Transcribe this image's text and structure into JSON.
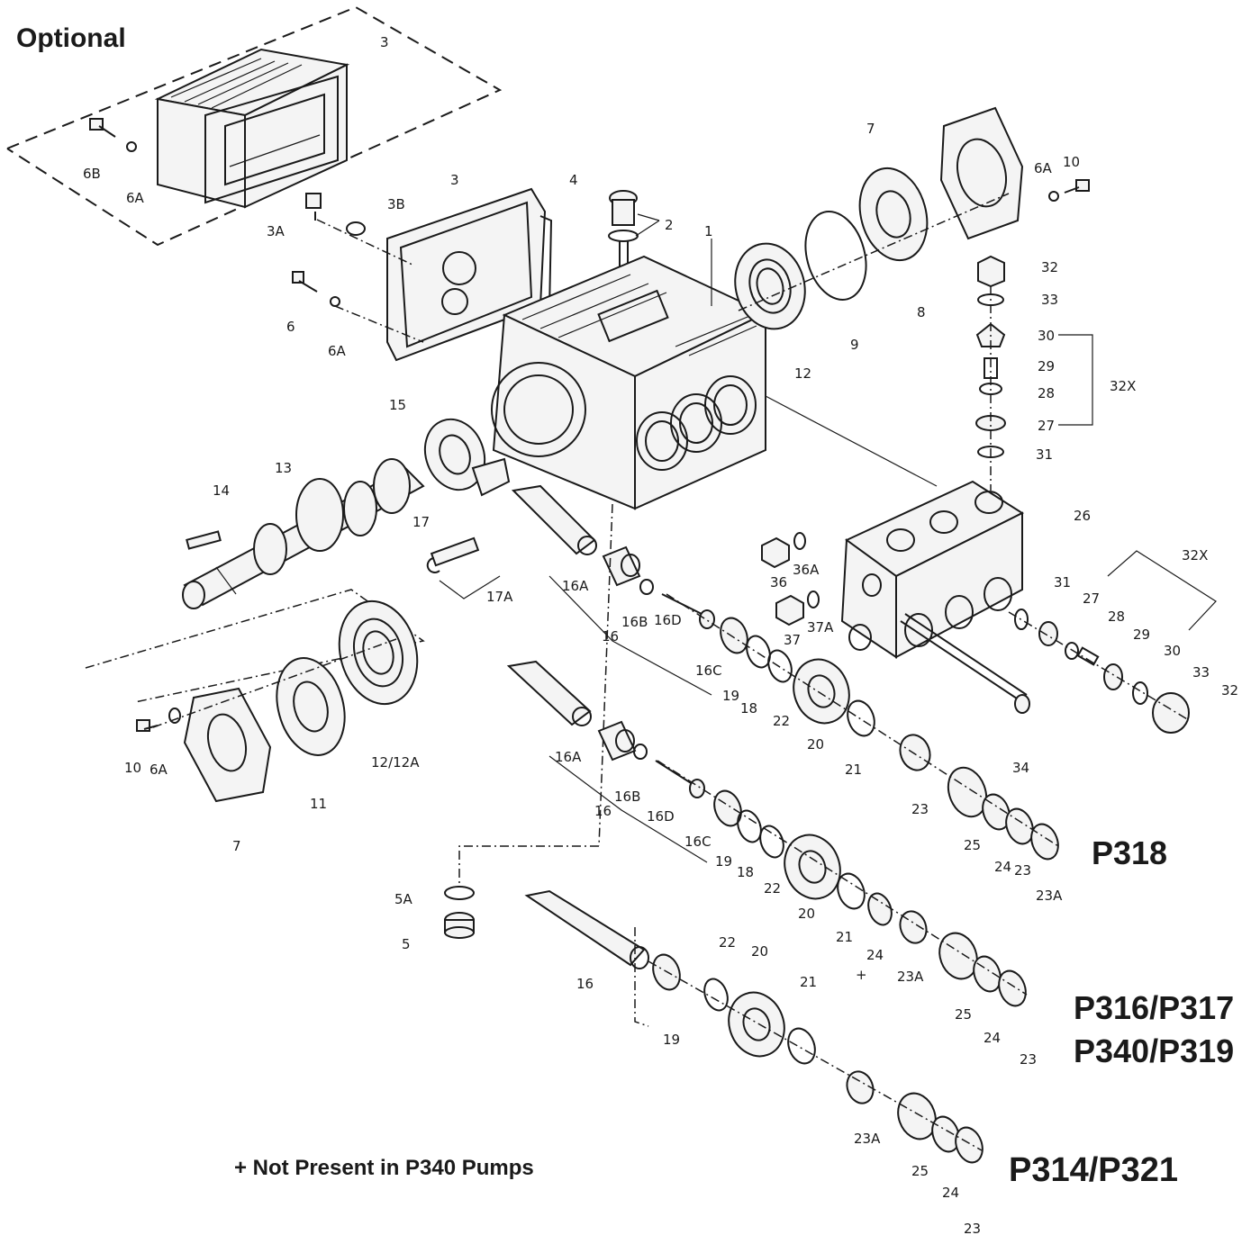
{
  "header": {
    "optional_label": "Optional"
  },
  "models": {
    "top": "P318",
    "middle_line1": "P316/P317",
    "middle_line2": "P340/P319",
    "bottom": "P314/P321"
  },
  "footnote": "+ Not Present in P340 Pumps",
  "labels": [
    {
      "id": "l3a",
      "text": "3"
    },
    {
      "id": "l6b",
      "text": "6B"
    },
    {
      "id": "l6a1",
      "text": "6A"
    },
    {
      "id": "l3A",
      "text": "3A"
    },
    {
      "id": "l3B",
      "text": "3B"
    },
    {
      "id": "l3b",
      "text": "3"
    },
    {
      "id": "l4",
      "text": "4"
    },
    {
      "id": "l2",
      "text": "2"
    },
    {
      "id": "l1",
      "text": "1"
    },
    {
      "id": "l6",
      "text": "6"
    },
    {
      "id": "l6a2",
      "text": "6A"
    },
    {
      "id": "l12",
      "text": "12"
    },
    {
      "id": "l9",
      "text": "9"
    },
    {
      "id": "l8",
      "text": "8"
    },
    {
      "id": "l7a",
      "text": "7"
    },
    {
      "id": "l6a3",
      "text": "6A"
    },
    {
      "id": "l10a",
      "text": "10"
    },
    {
      "id": "l32a",
      "text": "32"
    },
    {
      "id": "l33a",
      "text": "33"
    },
    {
      "id": "l30a",
      "text": "30"
    },
    {
      "id": "l29a",
      "text": "29"
    },
    {
      "id": "l28a",
      "text": "28"
    },
    {
      "id": "l27a",
      "text": "27"
    },
    {
      "id": "l31a",
      "text": "31"
    },
    {
      "id": "l32x1",
      "text": "32X"
    },
    {
      "id": "l15",
      "text": "15"
    },
    {
      "id": "l13",
      "text": "13"
    },
    {
      "id": "l14",
      "text": "14"
    },
    {
      "id": "l17",
      "text": "17"
    },
    {
      "id": "l17a",
      "text": "17A"
    },
    {
      "id": "l26",
      "text": "26"
    },
    {
      "id": "l36",
      "text": "36"
    },
    {
      "id": "l36a",
      "text": "36A"
    },
    {
      "id": "l37",
      "text": "37"
    },
    {
      "id": "l37a",
      "text": "37A"
    },
    {
      "id": "l32x2",
      "text": "32X"
    },
    {
      "id": "l31b",
      "text": "31"
    },
    {
      "id": "l27b",
      "text": "27"
    },
    {
      "id": "l28b",
      "text": "28"
    },
    {
      "id": "l29b",
      "text": "29"
    },
    {
      "id": "l30b",
      "text": "30"
    },
    {
      "id": "l33b",
      "text": "33"
    },
    {
      "id": "l32b",
      "text": "32"
    },
    {
      "id": "l16a1",
      "text": "16A"
    },
    {
      "id": "l16b1",
      "text": "16B"
    },
    {
      "id": "l16d1",
      "text": "16D"
    },
    {
      "id": "l16_1",
      "text": "16"
    },
    {
      "id": "l16c1",
      "text": "16C"
    },
    {
      "id": "l19a",
      "text": "19"
    },
    {
      "id": "l18a",
      "text": "18"
    },
    {
      "id": "l22a",
      "text": "22"
    },
    {
      "id": "l20a",
      "text": "20"
    },
    {
      "id": "l21a",
      "text": "21"
    },
    {
      "id": "l34",
      "text": "34"
    },
    {
      "id": "l23a",
      "text": "23"
    },
    {
      "id": "l25a",
      "text": "25"
    },
    {
      "id": "l24a",
      "text": "24"
    },
    {
      "id": "l23b",
      "text": "23"
    },
    {
      "id": "l23Aa",
      "text": "23A"
    },
    {
      "id": "l10b",
      "text": "10"
    },
    {
      "id": "l6a4",
      "text": "6A"
    },
    {
      "id": "l7b",
      "text": "7"
    },
    {
      "id": "l11",
      "text": "11"
    },
    {
      "id": "l12_12a",
      "text": "12/12A"
    },
    {
      "id": "l16a2",
      "text": "16A"
    },
    {
      "id": "l16b2",
      "text": "16B"
    },
    {
      "id": "l16d2",
      "text": "16D"
    },
    {
      "id": "l16_2",
      "text": "16"
    },
    {
      "id": "l16c2",
      "text": "16C"
    },
    {
      "id": "l19b",
      "text": "19"
    },
    {
      "id": "l18b",
      "text": "18"
    },
    {
      "id": "l22b",
      "text": "22"
    },
    {
      "id": "l20b",
      "text": "20"
    },
    {
      "id": "l21b",
      "text": "21"
    },
    {
      "id": "l24b",
      "text": "24"
    },
    {
      "id": "lplus",
      "text": "+"
    },
    {
      "id": "l23Ab",
      "text": "23A"
    },
    {
      "id": "l25b",
      "text": "25"
    },
    {
      "id": "l24c",
      "text": "24"
    },
    {
      "id": "l23c",
      "text": "23"
    },
    {
      "id": "l5A",
      "text": "5A"
    },
    {
      "id": "l5",
      "text": "5"
    },
    {
      "id": "l16_3",
      "text": "16"
    },
    {
      "id": "l19c",
      "text": "19"
    },
    {
      "id": "l22c",
      "text": "22"
    },
    {
      "id": "l20c",
      "text": "20"
    },
    {
      "id": "l21c",
      "text": "21"
    },
    {
      "id": "l23Ac",
      "text": "23A"
    },
    {
      "id": "l25c",
      "text": "25"
    },
    {
      "id": "l24d",
      "text": "24"
    },
    {
      "id": "l23d",
      "text": "23"
    }
  ]
}
